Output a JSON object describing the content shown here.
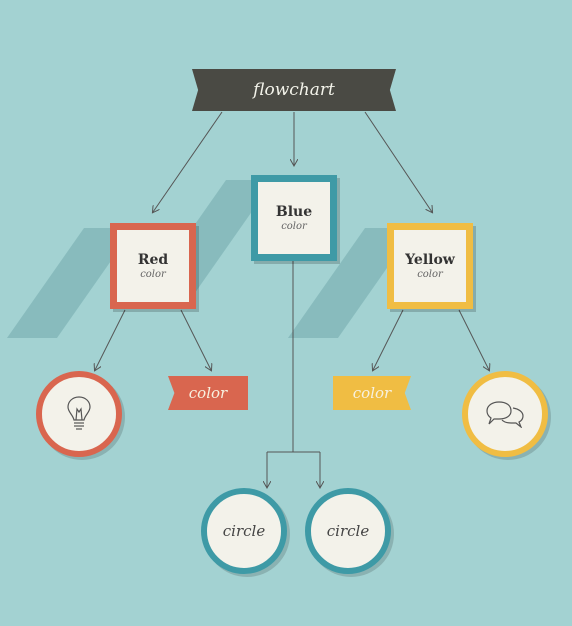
{
  "title": "flowchart",
  "colors": {
    "background": "#a3d2d2",
    "banner": "#4a4a44",
    "red": "#d9664f",
    "blue": "#3e9aa6",
    "yellow": "#f0bd43",
    "line": "#555555"
  },
  "boxes": [
    {
      "id": "red",
      "title": "Red",
      "subtitle": "color"
    },
    {
      "id": "blue",
      "title": "Blue",
      "subtitle": "color"
    },
    {
      "id": "yellow",
      "title": "Yellow",
      "subtitle": "color"
    }
  ],
  "tags": [
    {
      "id": "red-tag",
      "label": "color"
    },
    {
      "id": "yellow-tag",
      "label": "color"
    }
  ],
  "circles": [
    {
      "id": "lightbulb",
      "icon": "lightbulb-icon"
    },
    {
      "id": "speech",
      "icon": "speech-bubbles-icon"
    },
    {
      "id": "circle-left",
      "label": "circle"
    },
    {
      "id": "circle-right",
      "label": "circle"
    }
  ]
}
